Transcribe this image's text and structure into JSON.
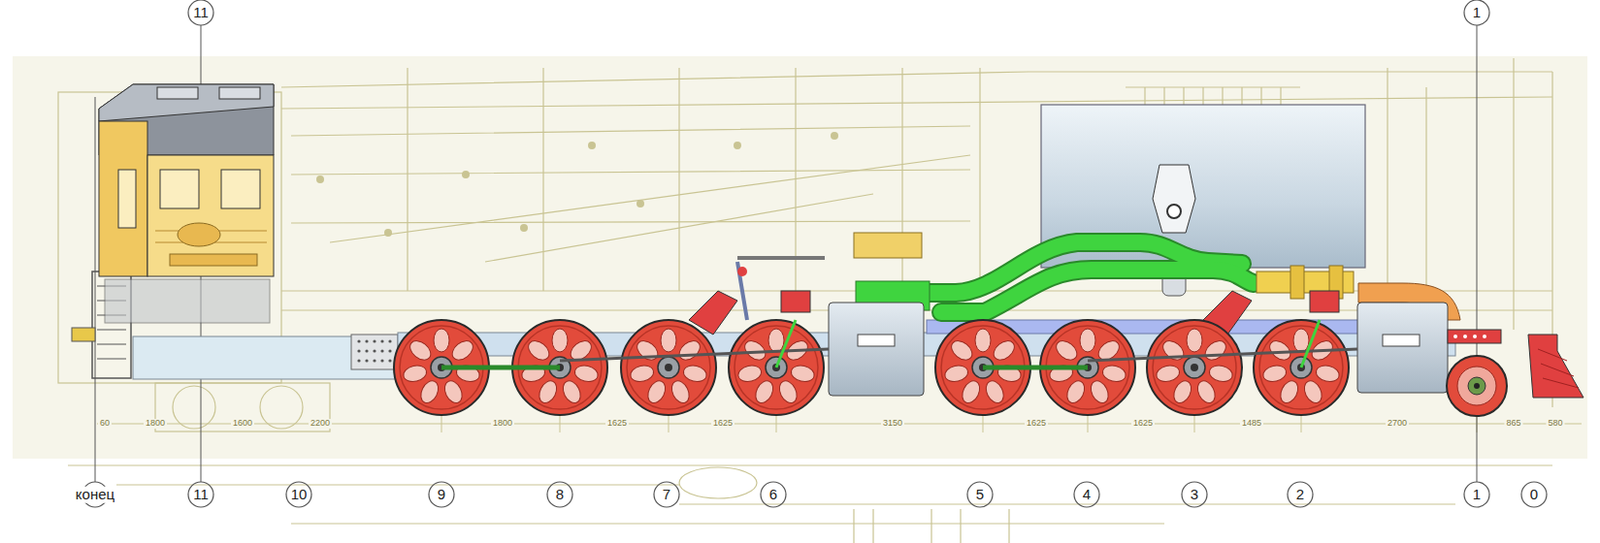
{
  "diagram": {
    "labels": [
      "11",
      "1",
      "конец",
      "11",
      "10",
      "9",
      "8",
      "7",
      "6",
      "5",
      "4",
      "3",
      "2",
      "1",
      "0",
      "60",
      "1800",
      "1600",
      "2200",
      "1800",
      "1625",
      "1625",
      "3150",
      "1625",
      "1625",
      "1485",
      "2700",
      "865",
      "580"
    ]
  }
}
